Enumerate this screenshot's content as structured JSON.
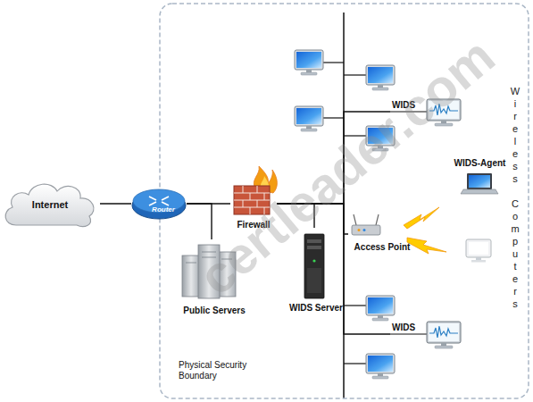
{
  "diagram": {
    "nodes": [
      {
        "text": [
          "Internet"
        ]
      },
      {
        "text": [
          "Physical Security Boundary"
        ]
      },
      {
        "text": [
          "Router"
        ],
        "in": 1
      },
      {
        "text": [
          "Firewall"
        ],
        "in": 1
      },
      {
        "text": [
          "Public Servers"
        ],
        "in": 1
      },
      {
        "text": [
          "WIDS Server"
        ],
        "in": 1
      },
      {
        "text": [
          "Access Point"
        ],
        "in": 1
      },
      {
        "text": [
          "WIDS"
        ],
        "in": 1
      },
      {
        "text": [
          "WIDS-Agent"
        ],
        "in": 1
      },
      {
        "text": [
          "WIDS"
        ],
        "in": 1
      }
    ],
    "edges": [
      {
        "from": 0,
        "to": 2,
        "arrow": "none"
      },
      {
        "from": 2,
        "to": 3,
        "arrow": "none"
      },
      {
        "from": 2,
        "to": 4,
        "arrow": "none"
      },
      {
        "from": 3,
        "to": 5,
        "arrow": "none"
      },
      {
        "from": 3,
        "to": 7,
        "arrow": "none"
      },
      {
        "from": 3,
        "to": 6,
        "arrow": "none"
      },
      {
        "from": 3,
        "to": 9,
        "arrow": "none"
      }
    ],
    "labels": [
      "Wireless Computers",
      "certleader.com"
    ]
  }
}
